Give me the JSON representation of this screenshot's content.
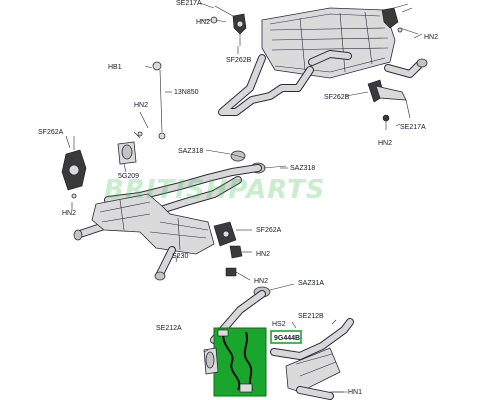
{
  "diagram": {
    "watermark": "BRITISHPARTS",
    "labels": {
      "se217a_top": "SE217A",
      "hn2_top": "HN2",
      "hn2_top_right": "HN2",
      "hb1": "HB1",
      "sf262b_a": "SF262B",
      "13n850": "13N850",
      "sf262b_b": "SF262B",
      "hn2_left": "HN2",
      "hn2_right": "HN2",
      "se217a_right": "SE217A",
      "sf262a_left": "SF262A",
      "saz318_a": "SAZ318",
      "saz318_b": "SAZ318",
      "5g209": "5G209",
      "hn2_lower_left": "HN2",
      "sf262a_right": "SF262A",
      "hn2_mid": "HN2",
      "s230": "S230",
      "hn2_mid2": "HN2",
      "saz31a": "SAZ31A",
      "se212a": "SE212A",
      "hs2": "HS2",
      "se212b": "SE212B",
      "highlight_part": "9G444B",
      "hn1": "HN1"
    },
    "colors": {
      "highlight": "#1aa62c",
      "watermark": "#3fbf4f",
      "line": "#2b2b3a"
    }
  }
}
